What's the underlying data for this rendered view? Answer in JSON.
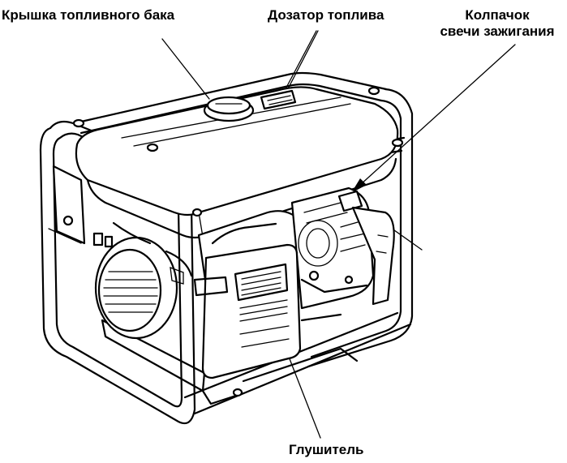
{
  "labels": {
    "fuel_tank_cap": "Крышка топливного бака",
    "fuel_valve": "Дозатор топлива",
    "spark_plug_cap_line1": "Колпачок",
    "spark_plug_cap_line2": "свечи зажигания",
    "muffler": "Глушитель"
  }
}
